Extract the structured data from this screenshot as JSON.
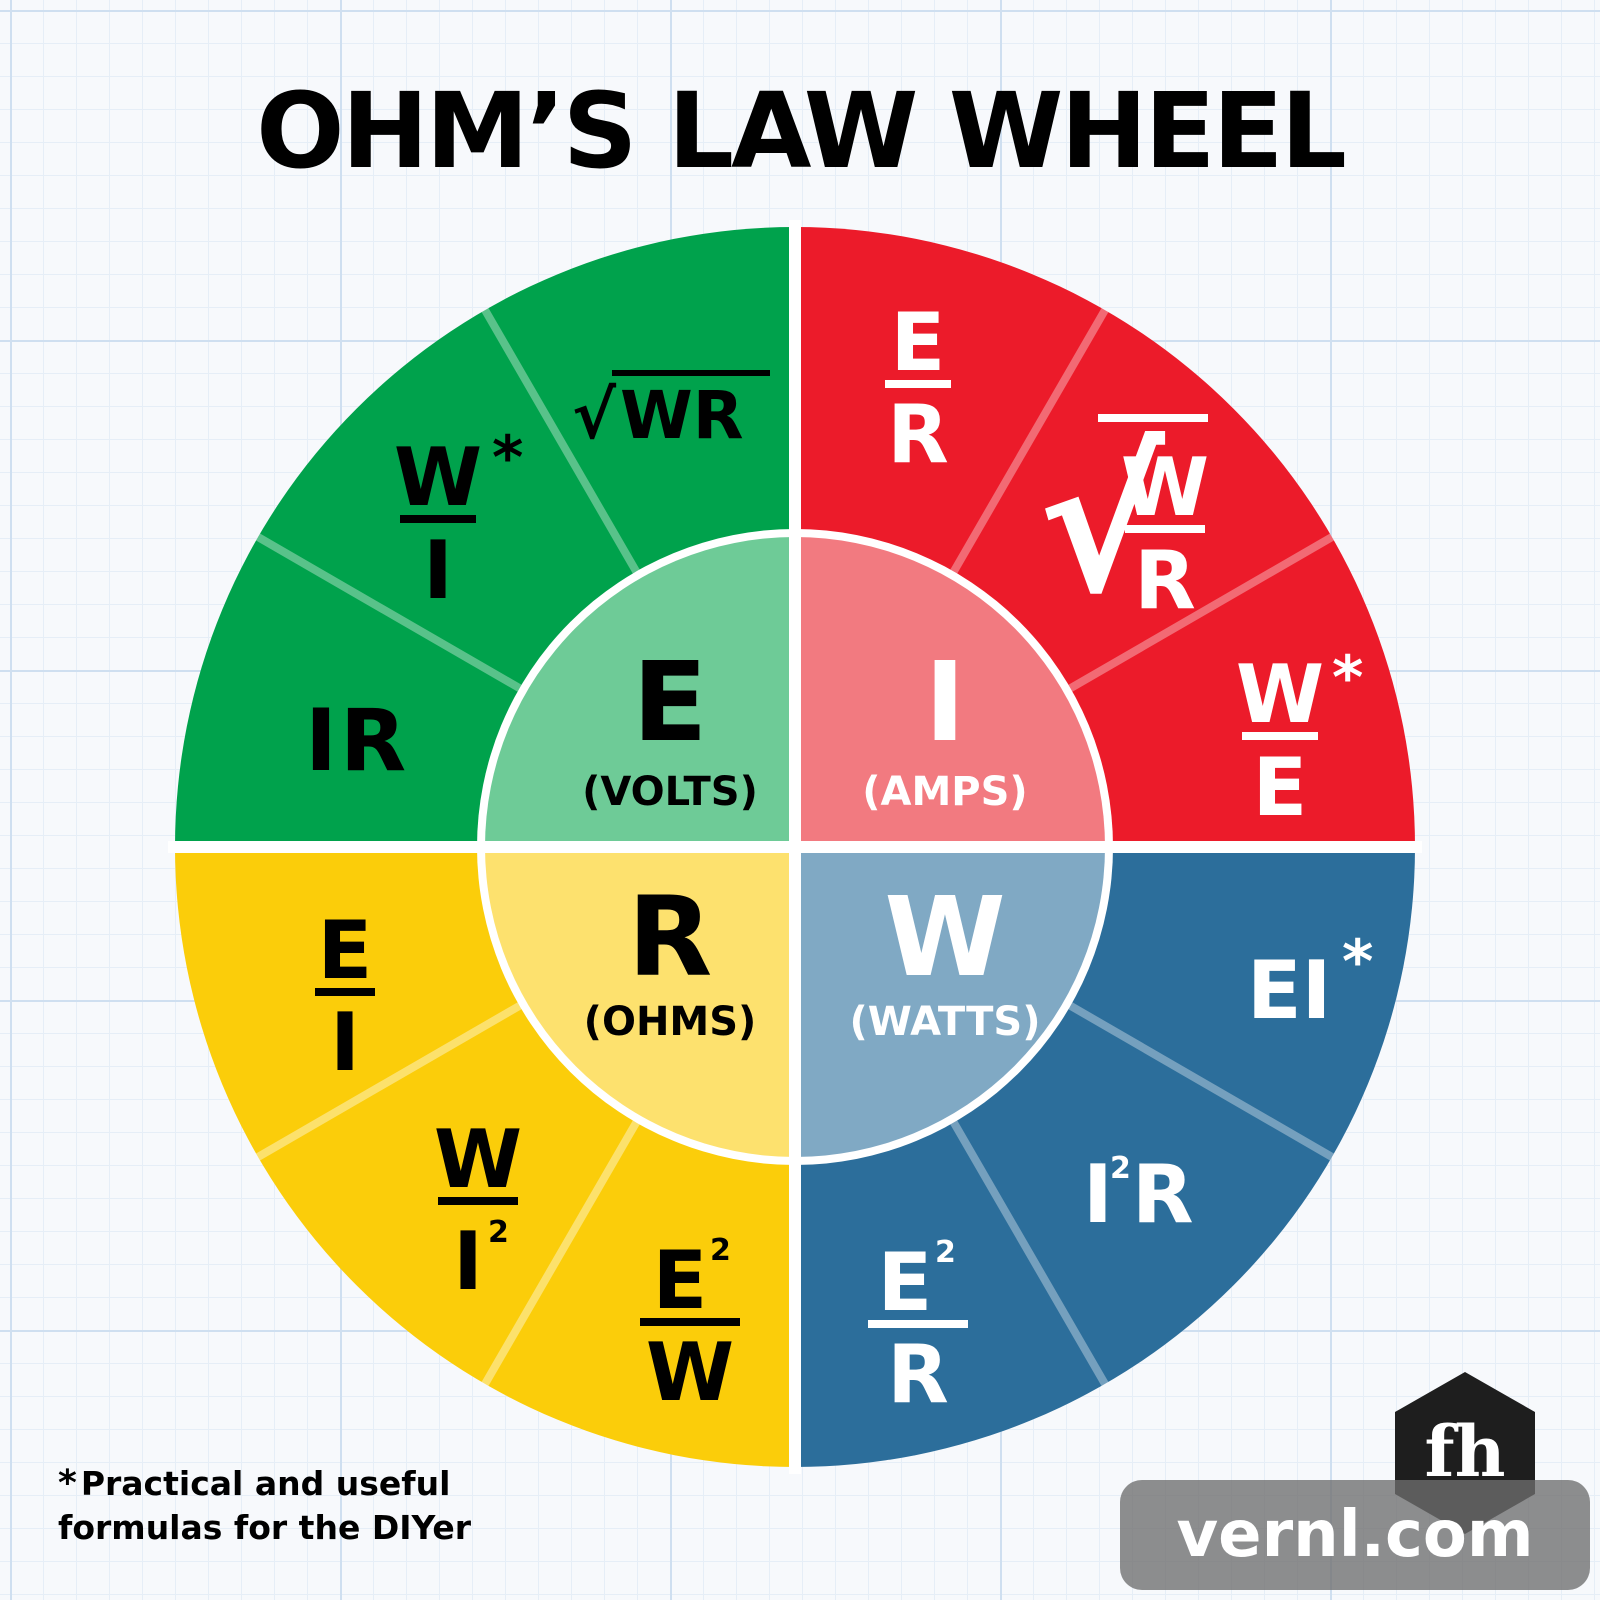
{
  "title": "OHM’S LAW WHEEL",
  "center": {
    "E": {
      "letter": "E",
      "unit": "(VOLTS)"
    },
    "I": {
      "letter": "I",
      "unit": "(AMPS)"
    },
    "R": {
      "letter": "R",
      "unit": "(OHMS)"
    },
    "W": {
      "letter": "W",
      "unit": "(WATTS)"
    }
  },
  "formulas": {
    "E_IR": {
      "a": "I",
      "b": "R"
    },
    "E_W_over_I": {
      "num": "W",
      "den": "I",
      "star": "*"
    },
    "E_sqrt_WR": {
      "rad": "√",
      "arg": "WR"
    },
    "I_E_over_R": {
      "num": "E",
      "den": "R"
    },
    "I_sqrt_W_over_R": {
      "rad": "√",
      "num": "W",
      "den": "R"
    },
    "I_W_over_E": {
      "num": "W",
      "den": "E",
      "star": "*"
    },
    "W_EI": {
      "text": "EI",
      "star": "*"
    },
    "W_I2R": {
      "base": "I",
      "exp": "2",
      "rest": "R"
    },
    "W_E2_over_R": {
      "num": "E",
      "exp": "2",
      "den": "R"
    },
    "R_E2_over_W": {
      "num": "E",
      "exp": "2",
      "den": "W"
    },
    "R_W_over_I2": {
      "num": "W",
      "den": "I",
      "exp": "2"
    },
    "R_E_over_I": {
      "num": "E",
      "den": "I"
    }
  },
  "footnote": {
    "star": "*",
    "line1": "Practical and useful",
    "line2": "formulas for the DIYer"
  },
  "logo": {
    "mark": "fh"
  },
  "watermark": "vernl.com",
  "colors": {
    "volts_outer": "#00a24c",
    "volts_inner": "#6ecb97",
    "amps_outer": "#ec1b2a",
    "amps_inner": "#f27a80",
    "watts_outer": "#2c6e9b",
    "watts_inner": "#80a9c4",
    "ohms_outer": "#fbcd0a",
    "ohms_inner": "#fde16e"
  }
}
